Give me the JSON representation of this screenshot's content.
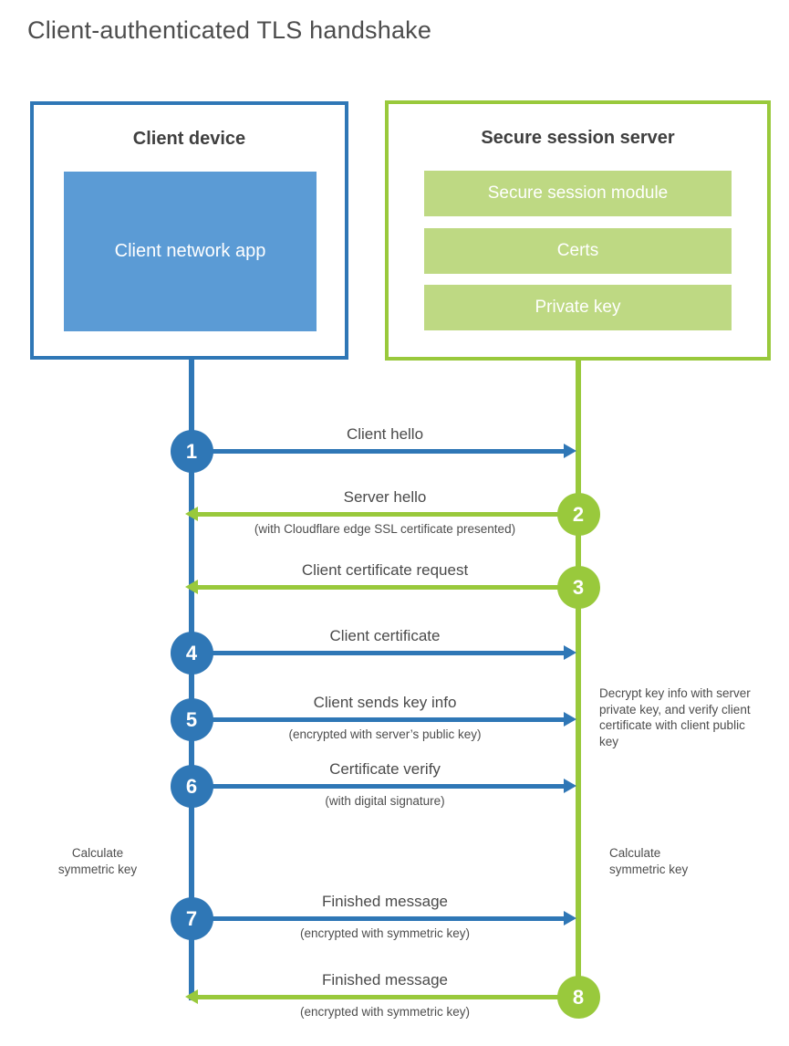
{
  "title": "Client-authenticated TLS handshake",
  "colors": {
    "blue_stroke": "#2f77b6",
    "blue_fill": "#5b9bd5",
    "green_stroke": "#99c93c",
    "green_fill": "#bed983",
    "heading_text": "#3f3f3f",
    "label_text": "#4a4a4a"
  },
  "client_box": {
    "title": "Client device",
    "app_label": "Client network app"
  },
  "server_box": {
    "title": "Secure session server",
    "modules": [
      "Secure session module",
      "Certs",
      "Private key"
    ]
  },
  "messages": [
    {
      "num": "1",
      "from": "client",
      "label": "Client hello",
      "sublabel": ""
    },
    {
      "num": "2",
      "from": "server",
      "label": "Server hello",
      "sublabel": "(with Cloudflare edge SSL certificate presented)"
    },
    {
      "num": "3",
      "from": "server",
      "label": "Client certificate request",
      "sublabel": ""
    },
    {
      "num": "4",
      "from": "client",
      "label": "Client certificate",
      "sublabel": ""
    },
    {
      "num": "5",
      "from": "client",
      "label": "Client sends key info",
      "sublabel": "(encrypted with server’s public key)"
    },
    {
      "num": "6",
      "from": "client",
      "label": "Certificate verify",
      "sublabel": "(with digital signature)"
    },
    {
      "num": "7",
      "from": "client",
      "label": "Finished message",
      "sublabel": "(encrypted with symmetric key)"
    },
    {
      "num": "8",
      "from": "server",
      "label": "Finished message",
      "sublabel": "(encrypted with symmetric key)"
    }
  ],
  "annotations": {
    "decrypt_note": "Decrypt key info with server private key, and verify client certificate with client public key",
    "calc_left": "Calculate symmetric key",
    "calc_right": "Calculate symmetric key"
  }
}
